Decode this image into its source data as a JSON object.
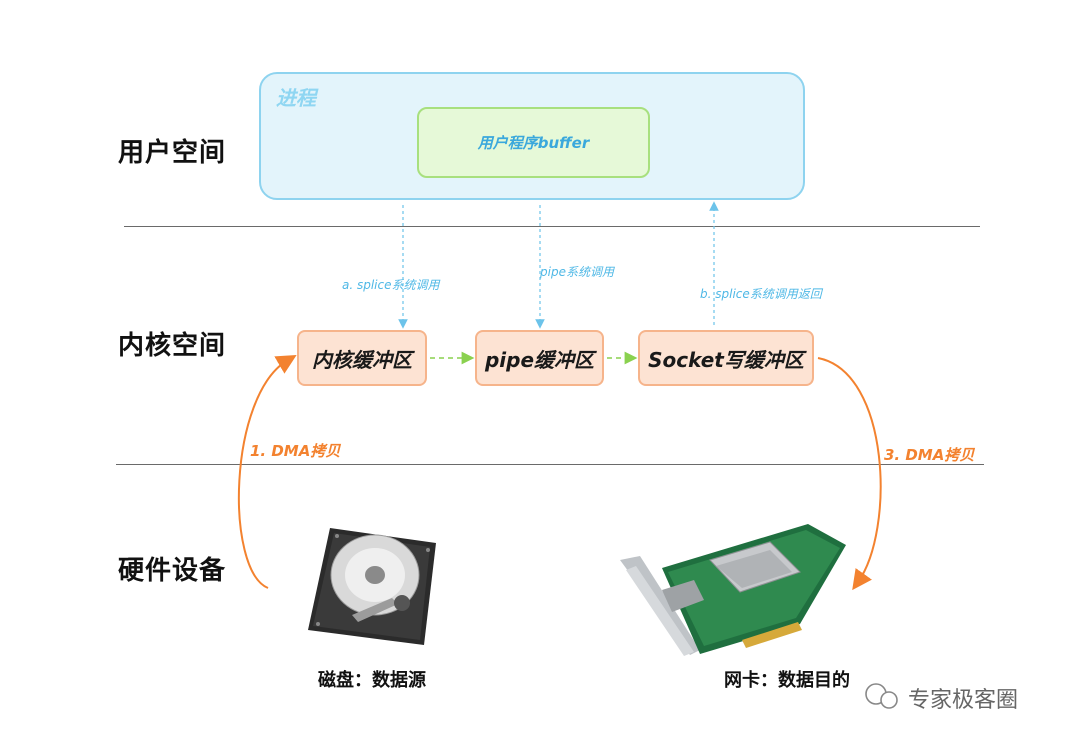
{
  "layers": {
    "user_space": "用户空间",
    "kernel_space": "内核空间",
    "hardware": "硬件设备"
  },
  "process": {
    "label": "进程",
    "buffer_label": "用户程序buffer"
  },
  "kernel_buffers": {
    "kernel_buffer": "内核缓冲区",
    "pipe_buffer": "pipe缓冲区",
    "socket_buffer": "Socket写缓冲区"
  },
  "calls": {
    "a": "a. splice系统调用",
    "pipe": "pipe系统调用",
    "b": "b. splice系统调用返回"
  },
  "dma": {
    "step1": "1. DMA拷贝",
    "step3": "3. DMA拷贝"
  },
  "devices": {
    "disk_caption": "磁盘：数据源",
    "nic_caption": "网卡：数据目的"
  },
  "watermark": {
    "text": "专家极客圈"
  },
  "colors": {
    "process_fill": "#e3f4fb",
    "process_border": "#8ed3ef",
    "buffer_fill": "#e6f9d8",
    "buffer_border": "#a8e07e",
    "kernel_fill": "#fde3d3",
    "kernel_border": "#f6b48b",
    "call_arrow": "#6cc3ea",
    "pipe_arrow": "#8ad14f",
    "dma_arrow": "#f3822f"
  }
}
